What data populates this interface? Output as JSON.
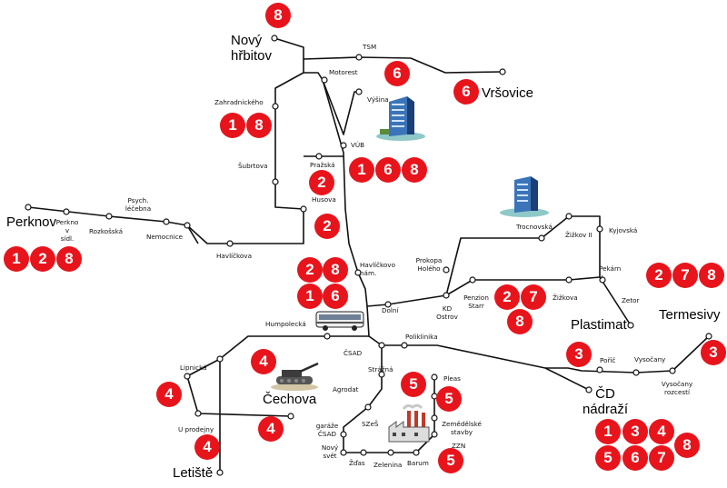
{
  "colors": {
    "badge": "#e8141c",
    "line": "#111111",
    "bg": "#ffffff"
  },
  "districts": {
    "novy_hrbitov": "Nový\nhřbitov",
    "vrsovice": "Vršovice",
    "perknov": "Perknov",
    "plastimat": "Plastimat",
    "termesivy": "Termesivy",
    "cechova": "Čechova",
    "cd_nadrazi": "ČD\nnádraží",
    "letiste": "Letiště"
  },
  "stops": {
    "tsm": "TSM",
    "motorest": "Motorest",
    "vysina": "Výšina",
    "vub": "VÚB",
    "zahradnickeho": "Zahradnického",
    "subrtova": "Šubrtova",
    "prazska": "Pražská",
    "husova": "Husova",
    "psych_lecebna": "Psych.\nléčebna",
    "perkno_v_sidl": "Perkno\nv\nsídl.",
    "rozkosska": "Rozkošská",
    "nemocnice": "Nemocnice",
    "havlickova": "Havlíčkova",
    "havlickovo_nam": "Havlíčkovo\nnám.",
    "prokopa_holeho": "Prokopa\nHolého",
    "trocnovska": "Trocnovská",
    "zizkov_ii": "Žižkov II",
    "kyjovska": "Kyjovská",
    "pekarn_v": "Pekárn\nv",
    "zetor": "Zetor",
    "zizkova": "Žižkova",
    "penzion_starr": "Penzion\nStarr",
    "kd_ostrov": "KD\nOstrov",
    "dolni": "Dolní",
    "humpolecka": "Humpolecká",
    "csad": "ČSAD",
    "poliklinika": "Poliklinika",
    "pozic": "Poříč",
    "vysocany": "Vysočany",
    "vysocany_rozcesti": "Vysočany\nrozcestí",
    "lipnicka": "Lipnická",
    "u_prodejny": "U prodejny",
    "straznа": "Strážná",
    "pleas": "Pleas",
    "agrodat": "Agrodat",
    "zemedelske_stavby": "Zemědělské\nstavby",
    "garaze_csad": "garáže\nČSAD",
    "szes": "SZeŠ",
    "novy_svet": "Nový\nsvět",
    "zzn": "ZZN",
    "zdas": "Žďas",
    "zelenina": "Zelenina",
    "barum": "Barum"
  },
  "badges": {
    "b_top": "8",
    "b_vrs1": "6",
    "b_vrs2": "6",
    "b_zahr1": "1",
    "b_zahr2": "8",
    "b_vub1": "1",
    "b_vub2": "6",
    "b_vub3": "8",
    "b_praz": "2",
    "b_hus": "2",
    "b_per1": "1",
    "b_per2": "2",
    "b_per3": "8",
    "b_hn1": "2",
    "b_hn2": "8",
    "b_hn3": "1",
    "b_hn4": "6",
    "b_ps1": "2",
    "b_ps2": "7",
    "b_ps3": "8",
    "b_pl1": "2",
    "b_pl2": "7",
    "b_pl3": "8",
    "b_ter": "3",
    "b_poz": "3",
    "b_hum": "4",
    "b_lip": "4",
    "b_cech": "4",
    "b_let": "4",
    "b_str": "5",
    "b_ple": "5",
    "b_zzn": "5",
    "b_cd1": "1",
    "b_cd2": "3",
    "b_cd3": "4",
    "b_cd4": "5",
    "b_cd5": "6",
    "b_cd6": "7",
    "b_cd7": "8"
  },
  "icons": [
    "tower-building-icon",
    "bus-icon",
    "tank-icon",
    "factory-icon"
  ]
}
